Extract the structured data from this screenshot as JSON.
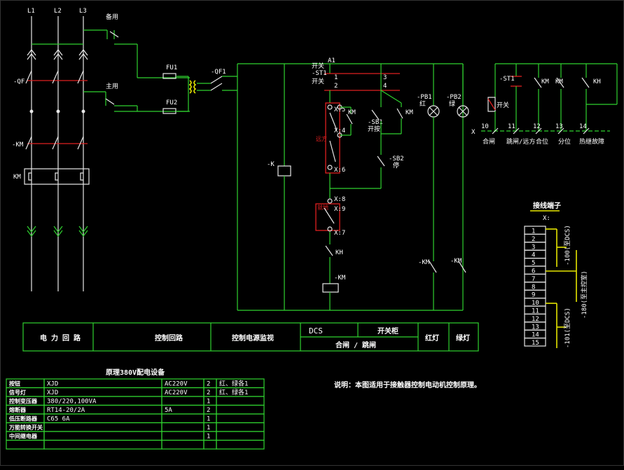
{
  "labels": {
    "l1": "L1",
    "l2": "L2",
    "l3": "L3",
    "qf": "-QF",
    "km_left": "-KM",
    "km_block": "KM",
    "standby": "备用",
    "main": "主用",
    "fu1": "FU1",
    "fu2": "FU2",
    "qf1": "-QF1",
    "node_a1": "A1",
    "st1": "-ST1",
    "st1_top": "开关",
    "st1_bottom": "开关",
    "n1": "1",
    "n2": "2",
    "n3": "3",
    "n4": "4",
    "x5": "X:5",
    "x4": "X:4",
    "x6": "X:6",
    "x8": "X:8",
    "x9": "X:9",
    "x7": "X:7",
    "km_contact": "KM",
    "sb1": "-SB1",
    "sb1_sub": "开按",
    "sb2": "-SB2",
    "sb2_sub": "停",
    "k": "-K",
    "remote_red": "远方",
    "local_red": "就地",
    "kh": "KH",
    "km_coil": "-KM",
    "pb1": "-PB1",
    "pb1_sub": "红",
    "pb2": "-PB2",
    "pb2_sub": "绿",
    "km_pb1": "-KM",
    "km_pb2": "-KM",
    "st1_r": "-ST1",
    "st1_r_top": "开关",
    "km_r1": "KM",
    "km_r2": "KM",
    "kh_r": "KH",
    "xstrip": "X",
    "t10": "10",
    "t11": "11",
    "t12": "12",
    "t13": "13",
    "t14": "14",
    "term_lbl1": "合闸",
    "term_lbl2": "跳闸/远方",
    "term_lbl3": "合位",
    "term_lbl4": "分位",
    "term_lbl5": "热继故障"
  },
  "terminal_block": {
    "title": "接线端子",
    "subtitle": "X:",
    "rows": [
      "1",
      "2",
      "3",
      "4",
      "5",
      "6",
      "7",
      "8",
      "9",
      "10",
      "11",
      "12",
      "13",
      "14",
      "15"
    ],
    "side1": "-100(至DCS)",
    "side2": "-180(至主控室)",
    "side3": "-101(至DCS)"
  },
  "title_row": {
    "power": "电 力 回 路",
    "control": "控制回路",
    "signal": "控制电源监视",
    "dcs": "DCS",
    "switch_cab": "开关柜",
    "close_open": "合闸 / 跳闸",
    "red_lamp": "红灯",
    "green_lamp": "绿灯"
  },
  "parts_table": {
    "title": "原理380V配电设备",
    "rows": [
      [
        "按钮",
        "XJD",
        "AC220V",
        "2",
        "红、绿各1"
      ],
      [
        "信号灯",
        "XJD",
        "AC220V",
        "2",
        "红、绿各1"
      ],
      [
        "控制变压器",
        "380/220,100VA",
        "",
        "1",
        ""
      ],
      [
        "熔断器",
        "RT14-20/2A",
        "5A",
        "2",
        ""
      ],
      [
        "低压断路器",
        "C65 6A",
        "",
        "1",
        ""
      ],
      [
        "万能转换开关",
        "",
        "",
        "1",
        ""
      ],
      [
        "中间继电器",
        "",
        "",
        "1",
        ""
      ],
      [
        "",
        "",
        "",
        "",
        ""
      ]
    ]
  },
  "note": "说明：本图适用于接触器控制电动机控制原理。"
}
